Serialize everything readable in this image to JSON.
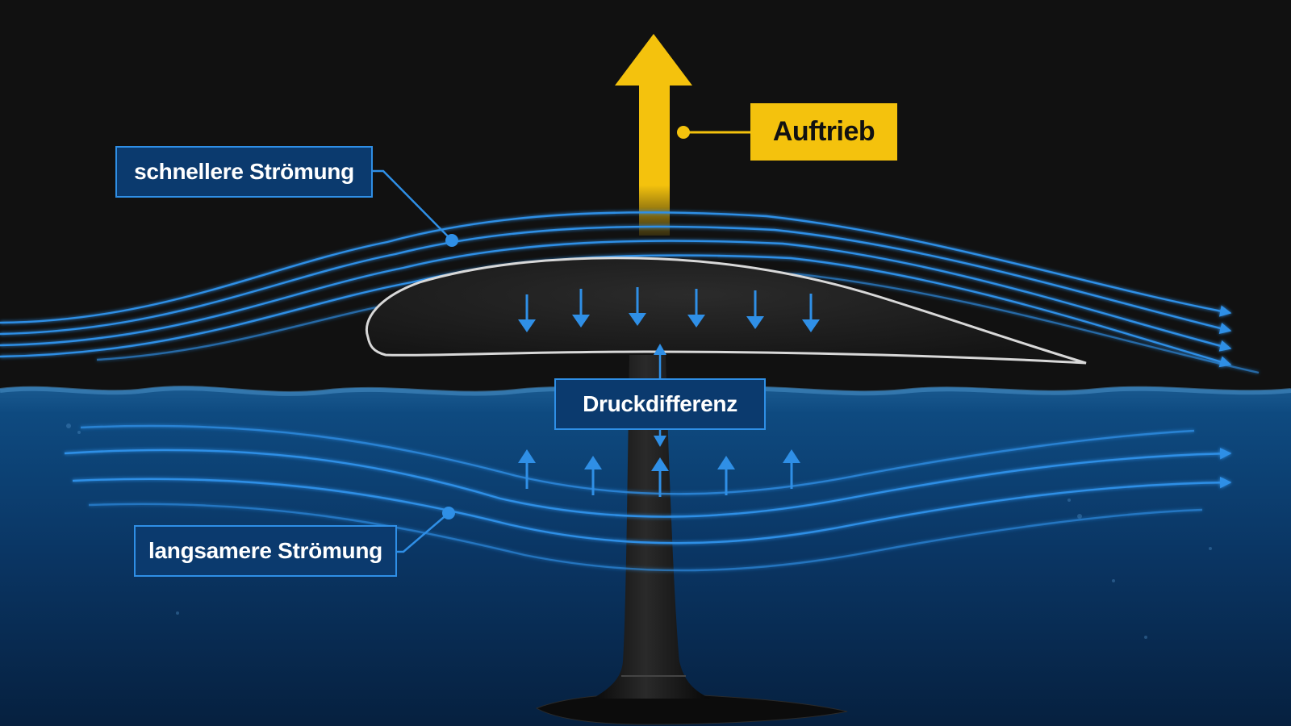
{
  "labels": {
    "lift": "Auftrieb",
    "fast_flow": "schnellere Strömung",
    "slow_flow": "langsamere Strömung",
    "pressure_difference": "Druckdifferenz"
  },
  "colors": {
    "background": "#111111",
    "water": "#0b3a66",
    "streamline": "#2f8fe6",
    "lift_arrow": "#f4c20d",
    "label_box": "#0b3a6e",
    "foil": "#1c1c1c"
  },
  "icons": [
    "lift-arrow-icon",
    "pressure-arrow-icon",
    "flow-arrow-icon",
    "leader-dot-icon"
  ]
}
